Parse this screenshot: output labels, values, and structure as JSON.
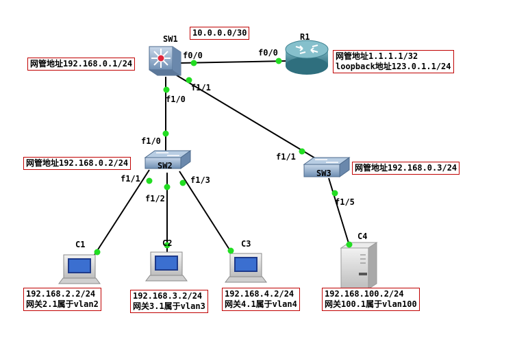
{
  "devices": {
    "sw1": {
      "name": "SW1"
    },
    "r1": {
      "name": "R1"
    },
    "sw2": {
      "name": "SW2"
    },
    "sw3": {
      "name": "SW3"
    },
    "c1": {
      "name": "C1"
    },
    "c2": {
      "name": "C2"
    },
    "c3": {
      "name": "C3"
    },
    "c4": {
      "name": "C4"
    }
  },
  "ports": {
    "sw1_f00": "f0/0",
    "r1_f00": "f0/0",
    "sw1_f11": "f1/1",
    "sw1_f10": "f1/0",
    "sw2_f10": "f1/0",
    "sw2_f11": "f1/1",
    "sw2_f12": "f1/2",
    "sw2_f13": "f1/3",
    "sw3_f11": "f1/1",
    "sw3_f15": "f1/5"
  },
  "notes": {
    "link_subnet": "10.0.0.0/30",
    "sw1_mgmt": "网管地址192.168.0.1/24",
    "r1_mgmt": "网管地址1.1.1.1/32",
    "r1_loopback": "loopback地址123.0.1.1/24",
    "sw2_mgmt": "网管地址192.168.0.2/24",
    "sw3_mgmt": "网管地址192.168.0.3/24",
    "c1_ip": "192.168.2.2/24",
    "c1_gw": "网关2.1属于vlan2",
    "c2_ip": "192.168.3.2/24",
    "c2_gw": "网关3.1属于vlan3",
    "c3_ip": "192.168.4.2/24",
    "c3_gw": "网关4.1属于vlan4",
    "c4_ip": "192.168.100.2/24",
    "c4_gw": "网关100.1属于vlan100"
  },
  "colors": {
    "link": "#000000",
    "port_dot": "#22dd22",
    "box_border": "#c00000"
  }
}
